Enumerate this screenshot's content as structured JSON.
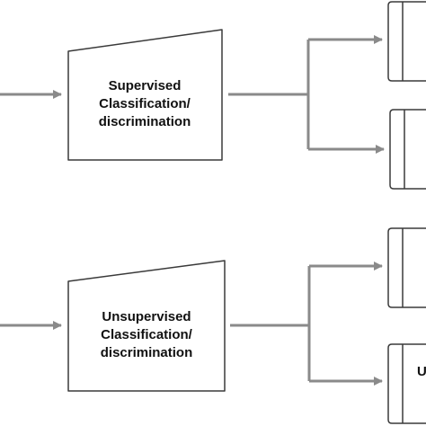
{
  "diagram": {
    "top_block": {
      "line1": "Supervised",
      "line2": "Classification/",
      "line3": "discrimination"
    },
    "bottom_block": {
      "line1": "Unsupervised",
      "line2": "Classification/",
      "line3": "discrimination"
    },
    "partial_output_label": "U"
  },
  "colors": {
    "arrow": "#8a8a8a",
    "shape_stroke": "#3a3a3a",
    "text": "#111111"
  }
}
